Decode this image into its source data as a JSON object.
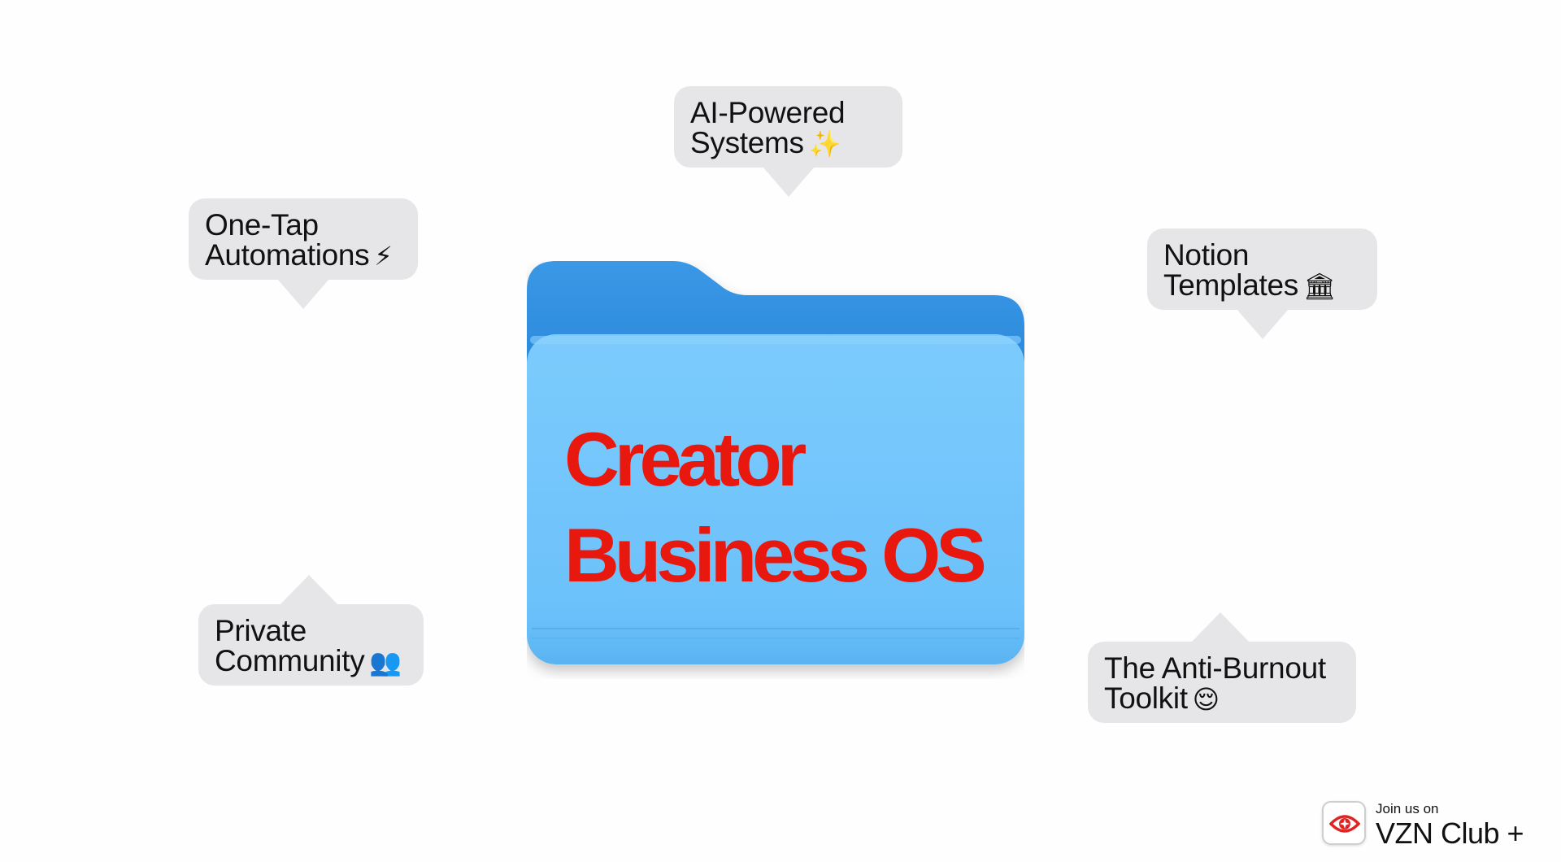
{
  "folder": {
    "title_line1": "Creator",
    "title_line2": "Business OS",
    "title_color": "#e8180f",
    "body_color": "#6ec3fb",
    "back_color": "#2f8fe0"
  },
  "bubbles": {
    "ai": {
      "line1": "AI-Powered",
      "line2": "Systems",
      "emoji": "✨"
    },
    "automations": {
      "line1": "One-Tap",
      "line2": "Automations",
      "emoji": "⚡"
    },
    "notion": {
      "line1": "Notion",
      "line2": "Templates",
      "emoji": "🏛"
    },
    "community": {
      "line1": "Private",
      "line2": "Community",
      "emoji": "👥"
    },
    "burnout": {
      "line1": "The Anti-Burnout",
      "line2": "Toolkit",
      "emoji": "😌"
    }
  },
  "badge": {
    "small_text": "Join us on",
    "big_text": "VZN Club +",
    "icon": "eye-icon",
    "accent": "#e02424"
  }
}
